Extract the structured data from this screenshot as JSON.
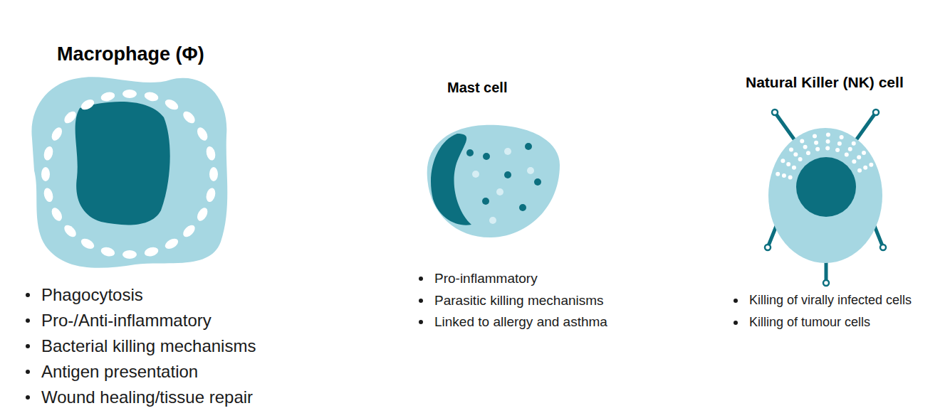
{
  "diagram": {
    "nodes": [
      {
        "text": [
          "Macrophage (Φ)",
          "Phagocytosis",
          "Pro-/Anti-inflammatory",
          "Bacterial killing mechanisms",
          "Antigen presentation",
          "Wound healing/tissue repair"
        ]
      },
      {
        "text": [
          "Mast cell",
          "Pro-inflammatory",
          "Parasitic killing mechanisms",
          "Linked to allergy and asthma"
        ]
      },
      {
        "text": [
          "Natural Killer (NK) cell",
          "Killing of virally infected cells",
          "Killing of tumour cells"
        ]
      }
    ]
  }
}
